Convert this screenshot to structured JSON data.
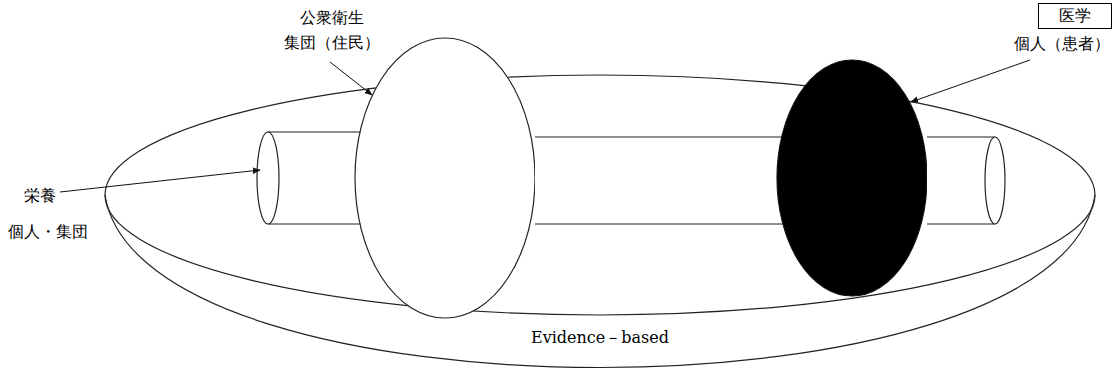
{
  "diagram": {
    "nodes": [
      {
        "text": [
          "Evidence－based"
        ]
      },
      {
        "text": [
          "医学"
        ]
      }
    ],
    "labels": [
      "公衆衛生",
      "集団（住民）",
      "個人（患者）",
      "栄養",
      "個人・集団"
    ]
  }
}
